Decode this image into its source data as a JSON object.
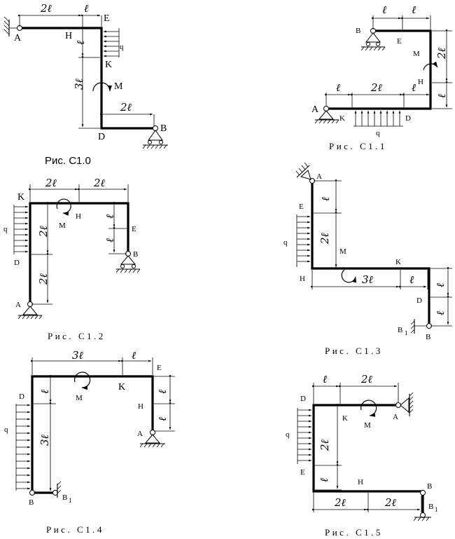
{
  "figures": [
    {
      "caption": "Рис. С1.0",
      "labels": {
        "A": "A",
        "H": "H",
        "E": "E",
        "K": "K",
        "D": "D",
        "B": "B",
        "q": "q",
        "M": "M"
      },
      "dims": {
        "d1": "2ℓ",
        "d2": "ℓ",
        "d3": "ℓ",
        "d4": "3ℓ",
        "d5": "2ℓ"
      }
    },
    {
      "caption": "Рис. С1.1",
      "labels": {
        "B": "B",
        "E": "E",
        "M": "M",
        "H": "H",
        "A": "A",
        "K": "K",
        "D": "D",
        "q": "q"
      },
      "dims": {
        "d1": "ℓ",
        "d2": "ℓ",
        "d3": "2ℓ",
        "d4": "ℓ",
        "d5": "ℓ",
        "d6": "2ℓ",
        "d7": "ℓ"
      }
    },
    {
      "caption": "Рис. С1.2",
      "labels": {
        "K": "K",
        "H": "H",
        "M": "M",
        "E": "E",
        "B": "B",
        "q": "q",
        "D": "D",
        "A": "A"
      },
      "dims": {
        "d1": "2ℓ",
        "d2": "2ℓ",
        "d3": "ℓ",
        "d4": "ℓ",
        "d5": "2ℓ",
        "d6": "2ℓ"
      }
    },
    {
      "caption": "Рис. С1.3",
      "labels": {
        "A": "A",
        "E": "E",
        "q": "q",
        "M": "M",
        "K": "K",
        "H": "H",
        "D": "D",
        "B1": "B",
        "B1sub": "1",
        "B": "B"
      },
      "dims": {
        "d1": "ℓ",
        "d2": "2ℓ",
        "d3": "3ℓ",
        "d4": "ℓ",
        "d5": "ℓ",
        "d6": "ℓ"
      }
    },
    {
      "caption": "Рис. С1.4",
      "labels": {
        "E": "E",
        "D": "D",
        "M": "M",
        "K": "K",
        "H": "H",
        "A": "A",
        "q": "q",
        "B": "B",
        "B1": "B",
        "B1sub": "1"
      },
      "dims": {
        "d1": "3ℓ",
        "d2": "ℓ",
        "d3": "ℓ",
        "d4": "3ℓ",
        "d5": "ℓ",
        "d6": "ℓ"
      }
    },
    {
      "caption": "Рис. С1.5",
      "labels": {
        "D": "D",
        "K": "K",
        "M": "M",
        "A": "A",
        "q": "q",
        "E": "E",
        "H": "H",
        "B": "B",
        "B1": "B",
        "B1sub": "1"
      },
      "dims": {
        "d1": "ℓ",
        "d2": "2ℓ",
        "d3": "2ℓ",
        "d4": "ℓ",
        "d5": "2ℓ",
        "d6": "2ℓ"
      }
    }
  ]
}
